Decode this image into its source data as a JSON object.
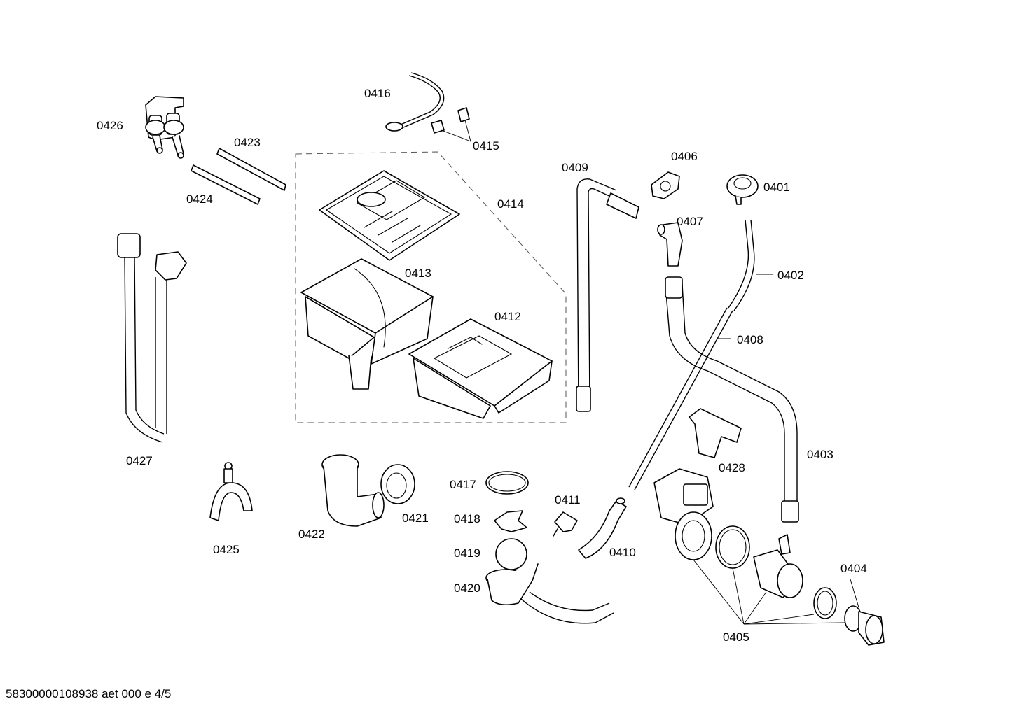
{
  "diagram": {
    "footer_ref": "58300000108938 aet 000 e 4/5",
    "parts": [
      {
        "id": "0401",
        "label": "0401"
      },
      {
        "id": "0402",
        "label": "0402"
      },
      {
        "id": "0403",
        "label": "0403"
      },
      {
        "id": "0404",
        "label": "0404"
      },
      {
        "id": "0405",
        "label": "0405"
      },
      {
        "id": "0406",
        "label": "0406"
      },
      {
        "id": "0407",
        "label": "0407"
      },
      {
        "id": "0408",
        "label": "0408"
      },
      {
        "id": "0409",
        "label": "0409"
      },
      {
        "id": "0410",
        "label": "0410"
      },
      {
        "id": "0411",
        "label": "0411"
      },
      {
        "id": "0412",
        "label": "0412"
      },
      {
        "id": "0413",
        "label": "0413"
      },
      {
        "id": "0414",
        "label": "0414"
      },
      {
        "id": "0415",
        "label": "0415"
      },
      {
        "id": "0416",
        "label": "0416"
      },
      {
        "id": "0417",
        "label": "0417"
      },
      {
        "id": "0418",
        "label": "0418"
      },
      {
        "id": "0419",
        "label": "0419"
      },
      {
        "id": "0420",
        "label": "0420"
      },
      {
        "id": "0421",
        "label": "0421"
      },
      {
        "id": "0422",
        "label": "0422"
      },
      {
        "id": "0423",
        "label": "0423"
      },
      {
        "id": "0424",
        "label": "0424"
      },
      {
        "id": "0425",
        "label": "0425"
      },
      {
        "id": "0426",
        "label": "0426"
      },
      {
        "id": "0427",
        "label": "0427"
      },
      {
        "id": "0428",
        "label": "0428"
      }
    ]
  }
}
